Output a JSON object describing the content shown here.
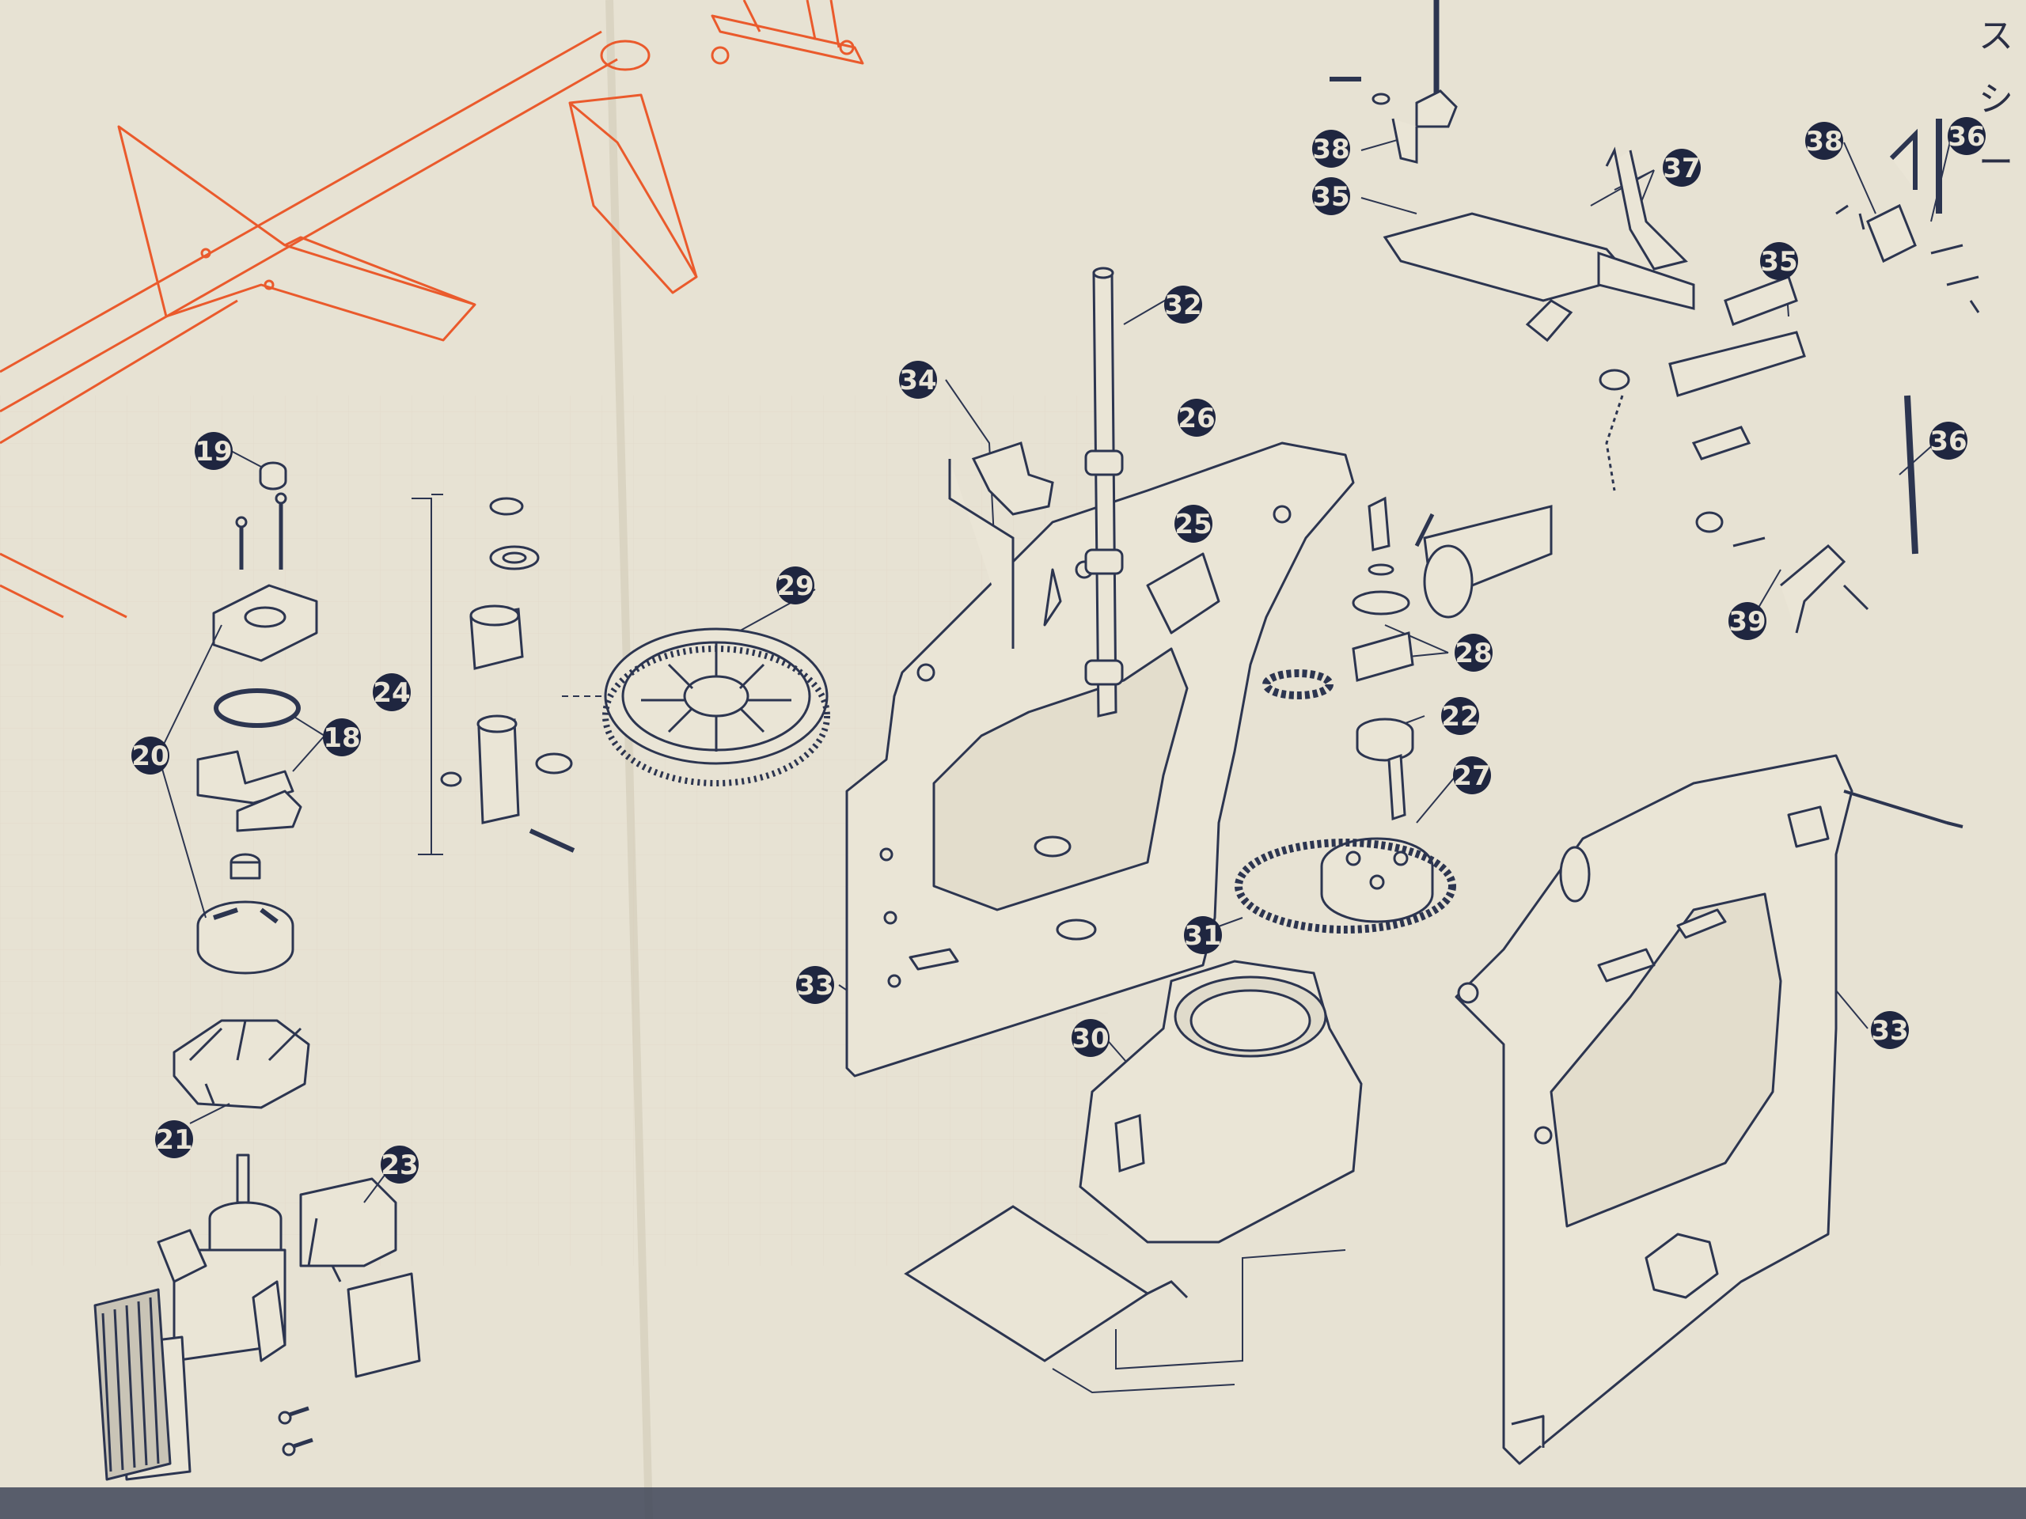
{
  "colors": {
    "paper": "#e7e2d3",
    "paper_shadow": "#d4cdb9",
    "ink": "#2c3550",
    "orange": "#ea5a2c",
    "callout_fill": "#1f2640",
    "callout_text": "#e9e4d6"
  },
  "diagram": {
    "callouts": [
      {
        "id": "c19",
        "label": "19"
      },
      {
        "id": "c20",
        "label": "20"
      },
      {
        "id": "c18",
        "label": "18"
      },
      {
        "id": "c24",
        "label": "24"
      },
      {
        "id": "c29",
        "label": "29"
      },
      {
        "id": "c21",
        "label": "21"
      },
      {
        "id": "c23",
        "label": "23"
      },
      {
        "id": "c34",
        "label": "34"
      },
      {
        "id": "c32",
        "label": "32"
      },
      {
        "id": "c26",
        "label": "26"
      },
      {
        "id": "c25",
        "label": "25"
      },
      {
        "id": "c28",
        "label": "28"
      },
      {
        "id": "c22",
        "label": "22"
      },
      {
        "id": "c27",
        "label": "27"
      },
      {
        "id": "c31",
        "label": "31"
      },
      {
        "id": "c33a",
        "label": "33"
      },
      {
        "id": "c30",
        "label": "30"
      },
      {
        "id": "c33b",
        "label": "33"
      },
      {
        "id": "c38a",
        "label": "38"
      },
      {
        "id": "c35a",
        "label": "35"
      },
      {
        "id": "c37",
        "label": "37"
      },
      {
        "id": "c38b",
        "label": "38"
      },
      {
        "id": "c36a",
        "label": "36"
      },
      {
        "id": "c35b",
        "label": "35"
      },
      {
        "id": "c36b",
        "label": "36"
      },
      {
        "id": "c39",
        "label": "39"
      }
    ],
    "margin_text": [
      "ス",
      "シ",
      "ー"
    ]
  }
}
